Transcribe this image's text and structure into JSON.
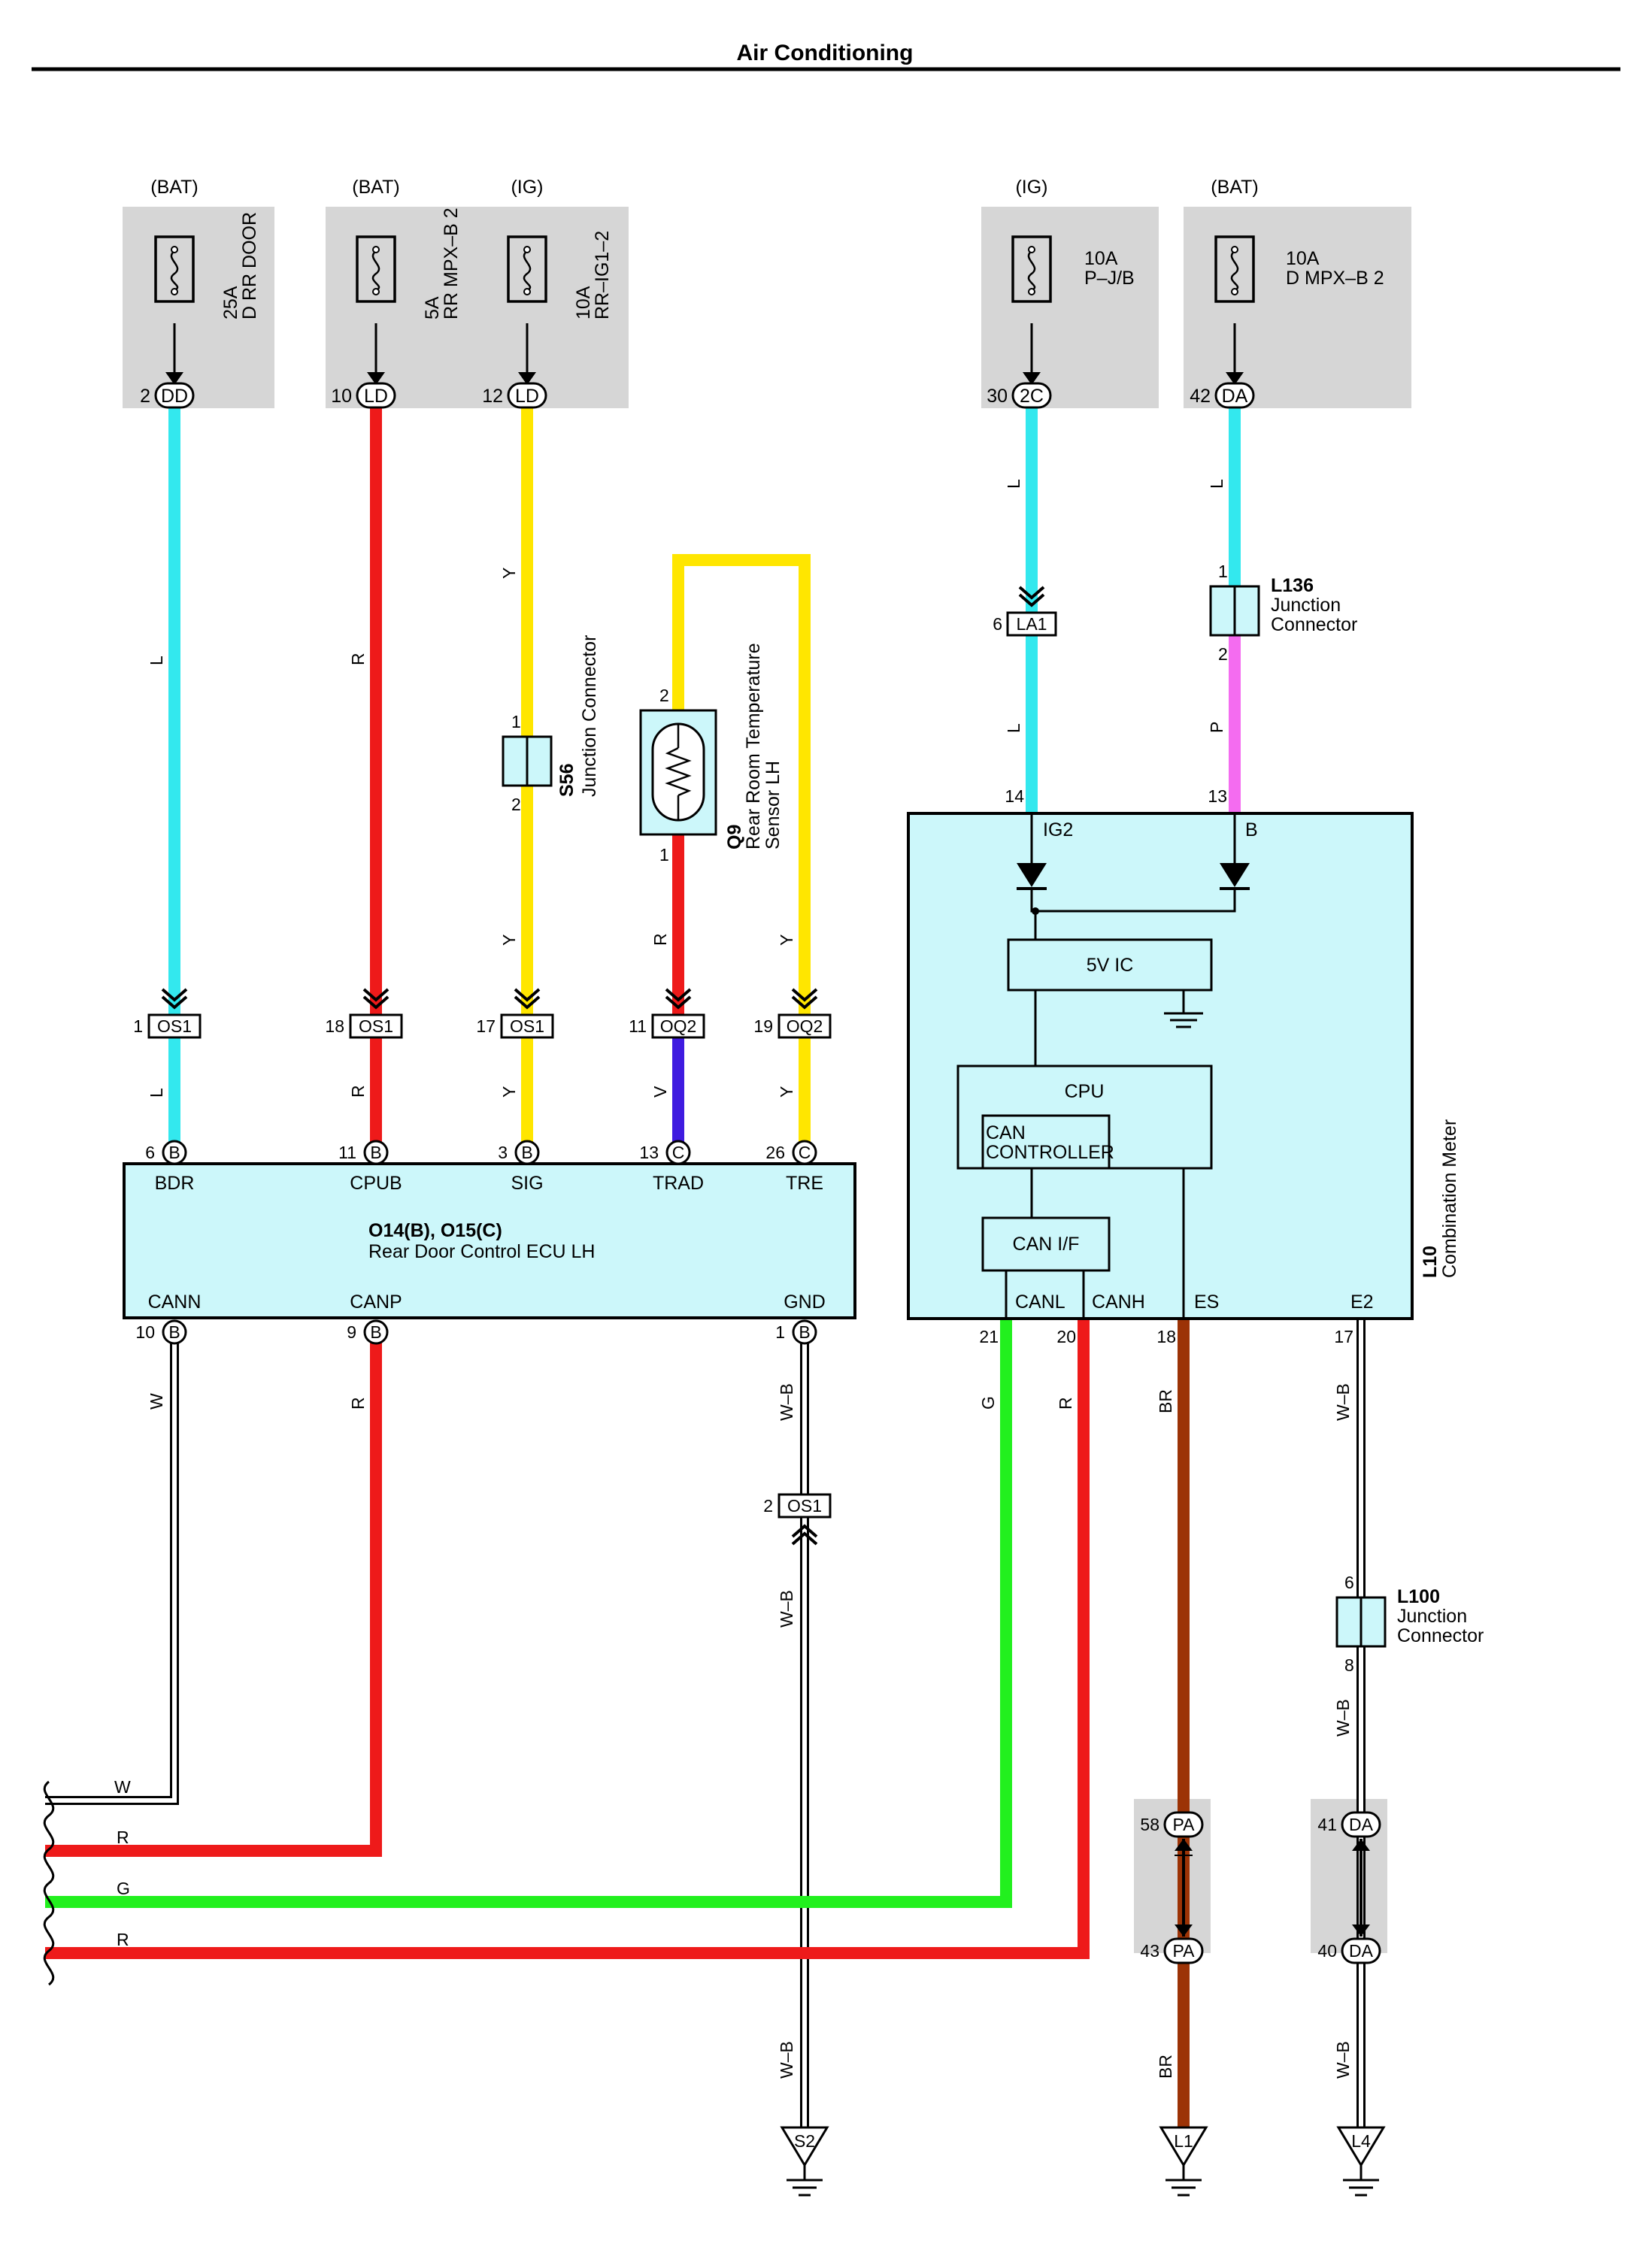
{
  "title": "Air Conditioning",
  "colors": {
    "L": "#33e8ee",
    "R": "#ee1a1a",
    "Y": "#ffe600",
    "V": "#3f1be0",
    "P": "#f46cf0",
    "G": "#22f01e",
    "BR": "#9c3306",
    "W": "#ffffff",
    "WB": "#ffffff",
    "box_fill": "#ccf7fa",
    "gray": "#d6d6d6"
  },
  "fuses": [
    {
      "id": "dd",
      "source": "(BAT)",
      "rating": "25A",
      "name": "D RR DOOR",
      "pin": "2",
      "conn": "DD"
    },
    {
      "id": "ld10",
      "source": "(BAT)",
      "rating": "5A",
      "name": "RR MPX–B 2",
      "pin": "10",
      "conn": "LD"
    },
    {
      "id": "ld12",
      "source": "(IG)",
      "rating": "10A",
      "name": "RR–IG1–2",
      "pin": "12",
      "conn": "LD"
    },
    {
      "id": "2c",
      "source": "(IG)",
      "rating": "10A",
      "name": "P–J/B",
      "pin": "30",
      "conn": "2C"
    },
    {
      "id": "da",
      "source": "(BAT)",
      "rating": "10A",
      "name": "D MPX–B 2",
      "pin": "42",
      "conn": "DA"
    }
  ],
  "wire_codes": {
    "dd": "L",
    "ld10": "R",
    "ld12": "Y",
    "q9": "R",
    "tre": "Y",
    "os1_bdr": "L",
    "os1_cpub": "R",
    "os1_sig": "Y",
    "oq2_trad": "V",
    "oq2_tre": "Y",
    "la1_top": "L",
    "la1_bot": "L",
    "l136_top": "L",
    "l136_bot": "P",
    "cann": "W",
    "canp": "R",
    "gnd": "W–B",
    "gnd2": "W–B",
    "gnd3": "W–B",
    "canl": "G",
    "canh": "R",
    "es": "BR",
    "es2": "BR",
    "e2": "W–B",
    "e2b": "W–B",
    "e2c": "W–B",
    "left_w": "W",
    "left_r1": "R",
    "left_g": "G",
    "left_r2": "R"
  },
  "inline_connectors": [
    {
      "id": "os1_1",
      "pin": "1",
      "label": "OS1"
    },
    {
      "id": "os1_18",
      "pin": "18",
      "label": "OS1"
    },
    {
      "id": "os1_17",
      "pin": "17",
      "label": "OS1"
    },
    {
      "id": "oq2_11",
      "pin": "11",
      "label": "OQ2"
    },
    {
      "id": "oq2_19",
      "pin": "19",
      "label": "OQ2"
    },
    {
      "id": "la1_6",
      "pin": "6",
      "label": "LA1"
    },
    {
      "id": "os1_2",
      "pin": "2",
      "label": "OS1"
    }
  ],
  "junctions": {
    "s56": {
      "code": "S56",
      "name": "Junction Connector",
      "pin_top": "1",
      "pin_bot": "2"
    },
    "l136": {
      "code": "L136",
      "name1": "Junction",
      "name2": "Connector",
      "pin_top": "1",
      "pin_bot": "2"
    },
    "l100": {
      "code": "L100",
      "name1": "Junction",
      "name2": "Connector",
      "pin_top": "6",
      "pin_bot": "8"
    }
  },
  "sensor": {
    "code": "Q9",
    "name1": "Rear Room Temperature",
    "name2": "Sensor LH",
    "pin_top": "2",
    "pin_bot": "1"
  },
  "ecu": {
    "code": "O14(B), O15(C)",
    "name": "Rear Door Control ECU LH",
    "top_pins": [
      {
        "pin": "6",
        "conn": "B",
        "label": "BDR"
      },
      {
        "pin": "11",
        "conn": "B",
        "label": "CPUB"
      },
      {
        "pin": "3",
        "conn": "B",
        "label": "SIG"
      },
      {
        "pin": "13",
        "conn": "C",
        "label": "TRAD"
      },
      {
        "pin": "26",
        "conn": "C",
        "label": "TRE"
      }
    ],
    "bottom_pins": [
      {
        "pin": "10",
        "conn": "B",
        "label": "CANN"
      },
      {
        "pin": "9",
        "conn": "B",
        "label": "CANP"
      },
      {
        "pin": "1",
        "conn": "B",
        "label": "GND"
      }
    ]
  },
  "meter": {
    "code": "L10",
    "name": "Combination Meter",
    "top_pins": [
      {
        "pin": "14",
        "label": "IG2"
      },
      {
        "pin": "13",
        "label": "B"
      }
    ],
    "bottom_pins": [
      {
        "pin": "21",
        "label": "CANL"
      },
      {
        "pin": "20",
        "label": "CANH"
      },
      {
        "pin": "18",
        "label": "ES"
      },
      {
        "pin": "17",
        "label": "E2"
      }
    ],
    "blocks": {
      "ic": "5V IC",
      "cpu": "CPU",
      "canctl1": "CAN",
      "canctl2": "CONTROLLER",
      "canif": "CAN I/F"
    }
  },
  "bottom_connectors": [
    {
      "id": "pa58",
      "pin": "58",
      "conn": "PA"
    },
    {
      "id": "pa43",
      "pin": "43",
      "conn": "PA"
    },
    {
      "id": "da41",
      "pin": "41",
      "conn": "DA"
    },
    {
      "id": "da40",
      "pin": "40",
      "conn": "DA"
    }
  ],
  "grounds": [
    {
      "id": "s2",
      "label": "S2"
    },
    {
      "id": "l1",
      "label": "L1"
    },
    {
      "id": "l4",
      "label": "L4"
    }
  ]
}
